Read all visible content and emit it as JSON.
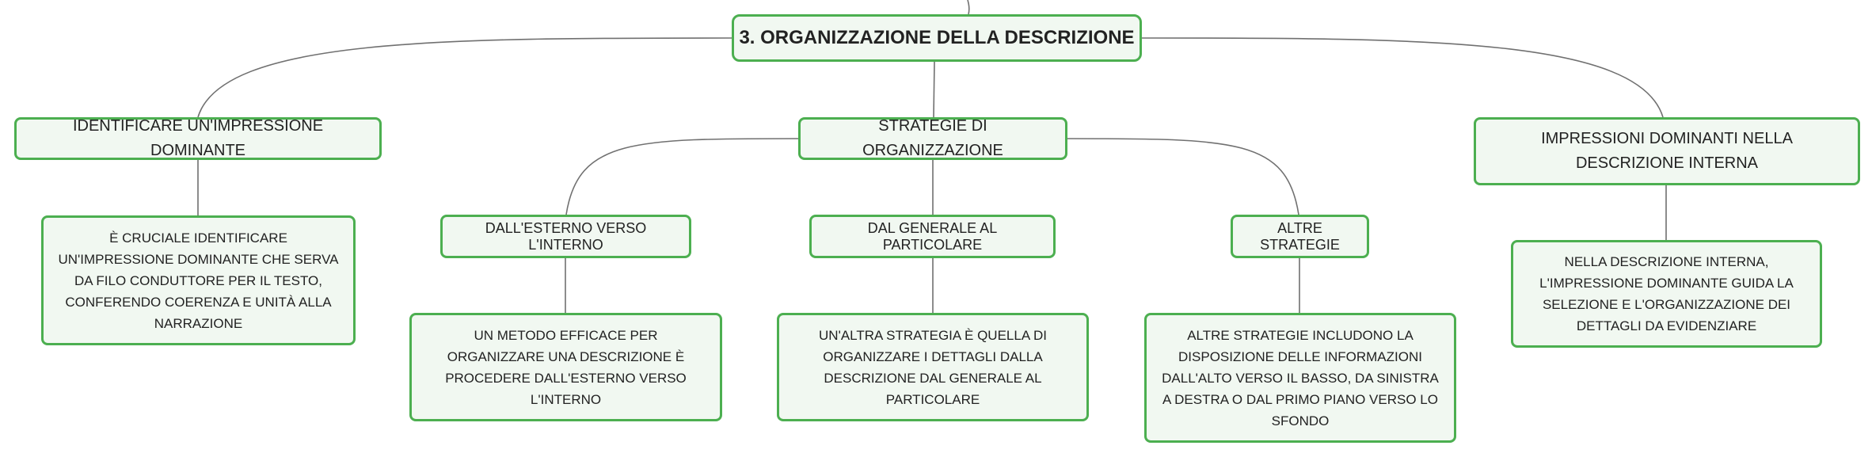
{
  "diagram": {
    "root": {
      "label": "3. ORGANIZZAZIONE DELLA DESCRIZIONE"
    },
    "branches": {
      "dominant_impression": {
        "label": "IDENTIFICARE UN'IMPRESSIONE DOMINANTE",
        "detail": "È CRUCIALE IDENTIFICARE UN'IMPRESSIONE DOMINANTE CHE SERVA DA FILO CONDUTTORE PER IL TESTO, CONFERENDO COERENZA E UNITÀ ALLA NARRAZIONE"
      },
      "strategies": {
        "label": "STRATEGIE DI ORGANIZZAZIONE",
        "outside_in": {
          "label": "DALL'ESTERNO VERSO L'INTERNO",
          "detail": "UN METODO EFFICACE PER ORGANIZZARE UNA DESCRIZIONE È PROCEDERE DALL'ESTERNO VERSO L'INTERNO"
        },
        "general_to_particular": {
          "label": "DAL GENERALE AL PARTICOLARE",
          "detail": "UN'ALTRA STRATEGIA È QUELLA DI ORGANIZZARE I DETTAGLI DALLA DESCRIZIONE DAL GENERALE AL PARTICOLARE"
        },
        "other": {
          "label": "ALTRE STRATEGIE",
          "detail": "ALTRE STRATEGIE INCLUDONO LA DISPOSIZIONE DELLE INFORMAZIONI DALL'ALTO VERSO IL BASSO, DA SINISTRA A DESTRA O DAL PRIMO PIANO VERSO LO SFONDO"
        }
      },
      "interior": {
        "label": "IMPRESSIONI DOMINANTI NELLA DESCRIZIONE INTERNA",
        "detail": "NELLA DESCRIZIONE INTERNA, L'IMPRESSIONE DOMINANTE GUIDA LA SELEZIONE E L'ORGANIZZAZIONE DEI DETTAGLI DA EVIDENZIARE"
      }
    },
    "colors": {
      "node_border": "#4caf50",
      "node_fill": "#f1f8f1",
      "connector": "#707070",
      "text": "#222222"
    }
  }
}
